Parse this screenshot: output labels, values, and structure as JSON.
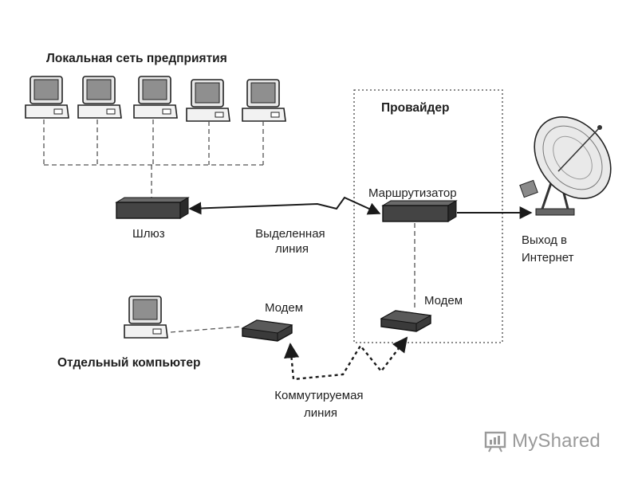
{
  "diagram": {
    "title_lan": "Локальная сеть предприятия",
    "title_provider": "Провайдер",
    "router": "Маршрутизатор",
    "gateway": "Шлюз",
    "leased_line": [
      "Выделенная",
      "линия"
    ],
    "internet_exit": [
      "Выход в",
      "Интернет"
    ],
    "modem_left": "Модем",
    "modem_right": "Модем",
    "standalone_pc": "Отдельный компьютер",
    "dialup_line": [
      "Коммутируемая",
      "линия"
    ]
  },
  "watermark": {
    "text": "MyShared"
  }
}
